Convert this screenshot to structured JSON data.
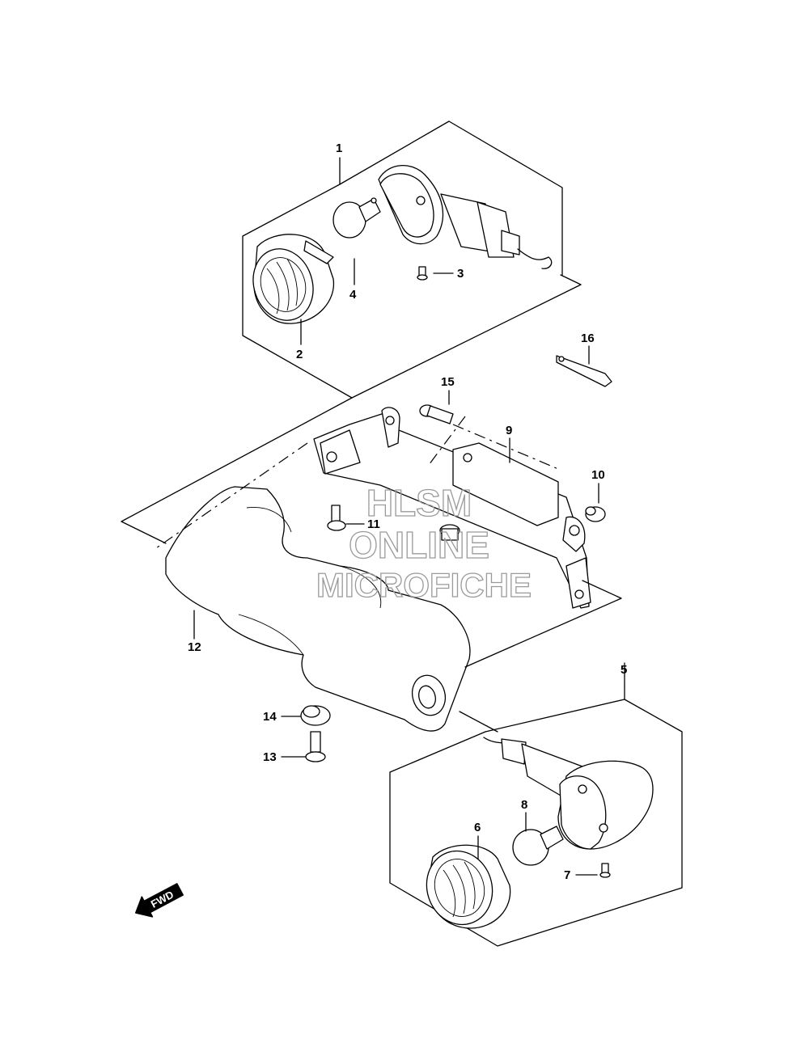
{
  "callouts": {
    "c1": "1",
    "c2": "2",
    "c3": "3",
    "c4": "4",
    "c5": "5",
    "c6": "6",
    "c7": "7",
    "c8": "8",
    "c9": "9",
    "c10": "10",
    "c11": "11",
    "c12": "12",
    "c13": "13",
    "c14": "14",
    "c15": "15",
    "c16": "16"
  },
  "watermark": {
    "line1": "HLSM",
    "line2": "ONLINE",
    "line3": "MICROFICHE"
  },
  "direction_badge": {
    "label": "FWD",
    "icon": "forward-arrow-icon"
  }
}
